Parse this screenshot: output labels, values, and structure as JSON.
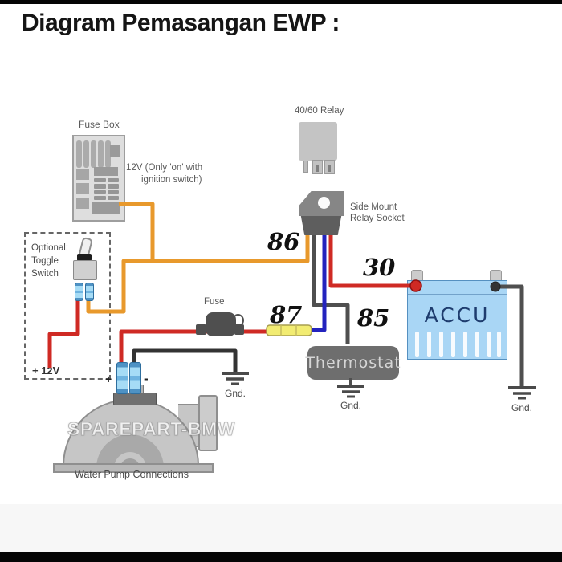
{
  "title": "Diagram Pemasangan EWP :",
  "colors": {
    "wire_orange": "#e8992c",
    "wire_red": "#cf2a24",
    "wire_blue": "#2323be",
    "wire_gray": "#4f4f4f",
    "wire_black": "#333333",
    "fuse_yellow": "#f2ec72",
    "ground": "#4a4a4a"
  },
  "fuse_box": {
    "label": "Fuse Box"
  },
  "ignition_note": {
    "line1": "12V (Only 'on' with",
    "line2": "ignition switch)"
  },
  "optional_switch": {
    "line1": "Optional:",
    "line2": "Toggle",
    "line3": "Switch",
    "source_label": "+ 12V"
  },
  "relay": {
    "label": "40/60 Relay"
  },
  "socket": {
    "line1": "Side Mount",
    "line2": "Relay Socket"
  },
  "terminals": {
    "t86": "86",
    "t30": "30",
    "t87": "87",
    "t85": "85"
  },
  "fuse_inline": {
    "label": "Fuse"
  },
  "thermostat": {
    "label": "Thermostat"
  },
  "battery": {
    "label": "ACCU"
  },
  "ground_label": "Gnd.",
  "pump": {
    "watermark": "SPAREPART-BMW",
    "caption": "Water Pump Connections",
    "positive": "+",
    "negative": "-"
  }
}
